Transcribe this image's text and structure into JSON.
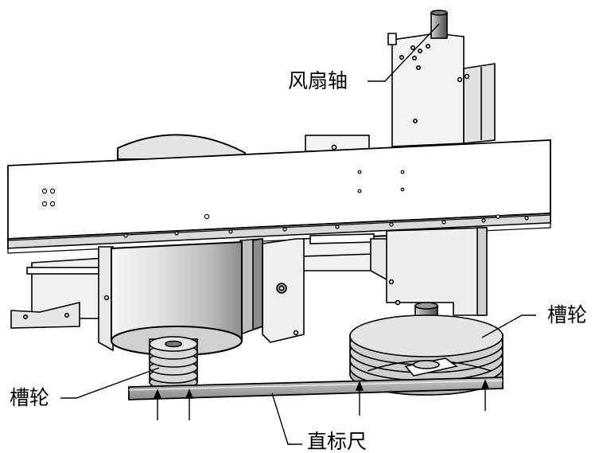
{
  "labels": {
    "fan_shaft": "风扇轴",
    "sheave_right": "槽轮",
    "sheave_left": "槽轮",
    "straight_ruler": "直标尺"
  },
  "colors": {
    "line": "#000000",
    "light_gray": "#ececec",
    "mid_gray": "#c4c4c4",
    "dark_gray": "#6e6e6e",
    "ruler": "#9a9a9a"
  }
}
